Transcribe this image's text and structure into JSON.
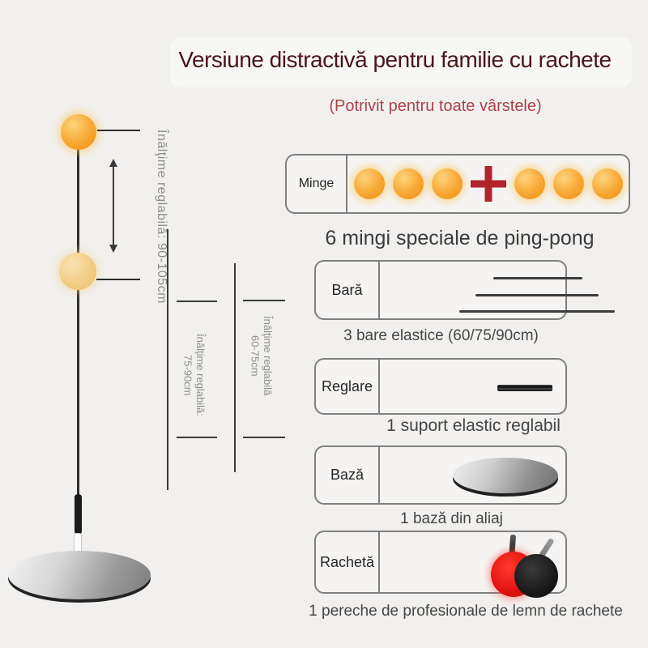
{
  "header": {
    "title": "Versiune distractivă pentru familie cu rachete",
    "subtitle": "(Potrivit pentru toate vârstele)"
  },
  "pole_diagram": {
    "annotations": [
      {
        "text": "Înălţime reglabilă: 90-105cm"
      },
      {
        "line1": "Înălţime reglabilă:",
        "line2": "75-90cm"
      },
      {
        "line1": "Înălţime reglabilă",
        "line2": "60-75cm"
      }
    ]
  },
  "parts": [
    {
      "label": "Minge",
      "caption": "6 mingi speciale de ping-pong",
      "icon": "six-balls-plus-icon"
    },
    {
      "label": "Bară",
      "caption": "3 bare elastice (60/75/90cm)",
      "icon": "three-elastic-bars-icon"
    },
    {
      "label": "Reglare",
      "caption": "1 suport elastic reglabil",
      "icon": "adjuster-rod-icon"
    },
    {
      "label": "Bază",
      "caption": "1 bază din aliaj",
      "icon": "alloy-base-disc-icon"
    },
    {
      "label": "Rachetă",
      "caption": "1 pereche de profesionale de lemn de rachete",
      "icon": "paddles-icon"
    }
  ],
  "colors": {
    "background": "#f1f0ee",
    "title": "#4a151b",
    "subtitle": "#ad424b",
    "ball_orange": "#f7a733",
    "plus_red": "#b2232b",
    "paddle_red": "#e01212",
    "box_border": "#7f7f7f",
    "annotation_gray": "#8e8e8e",
    "caption_gray": "#454545"
  }
}
